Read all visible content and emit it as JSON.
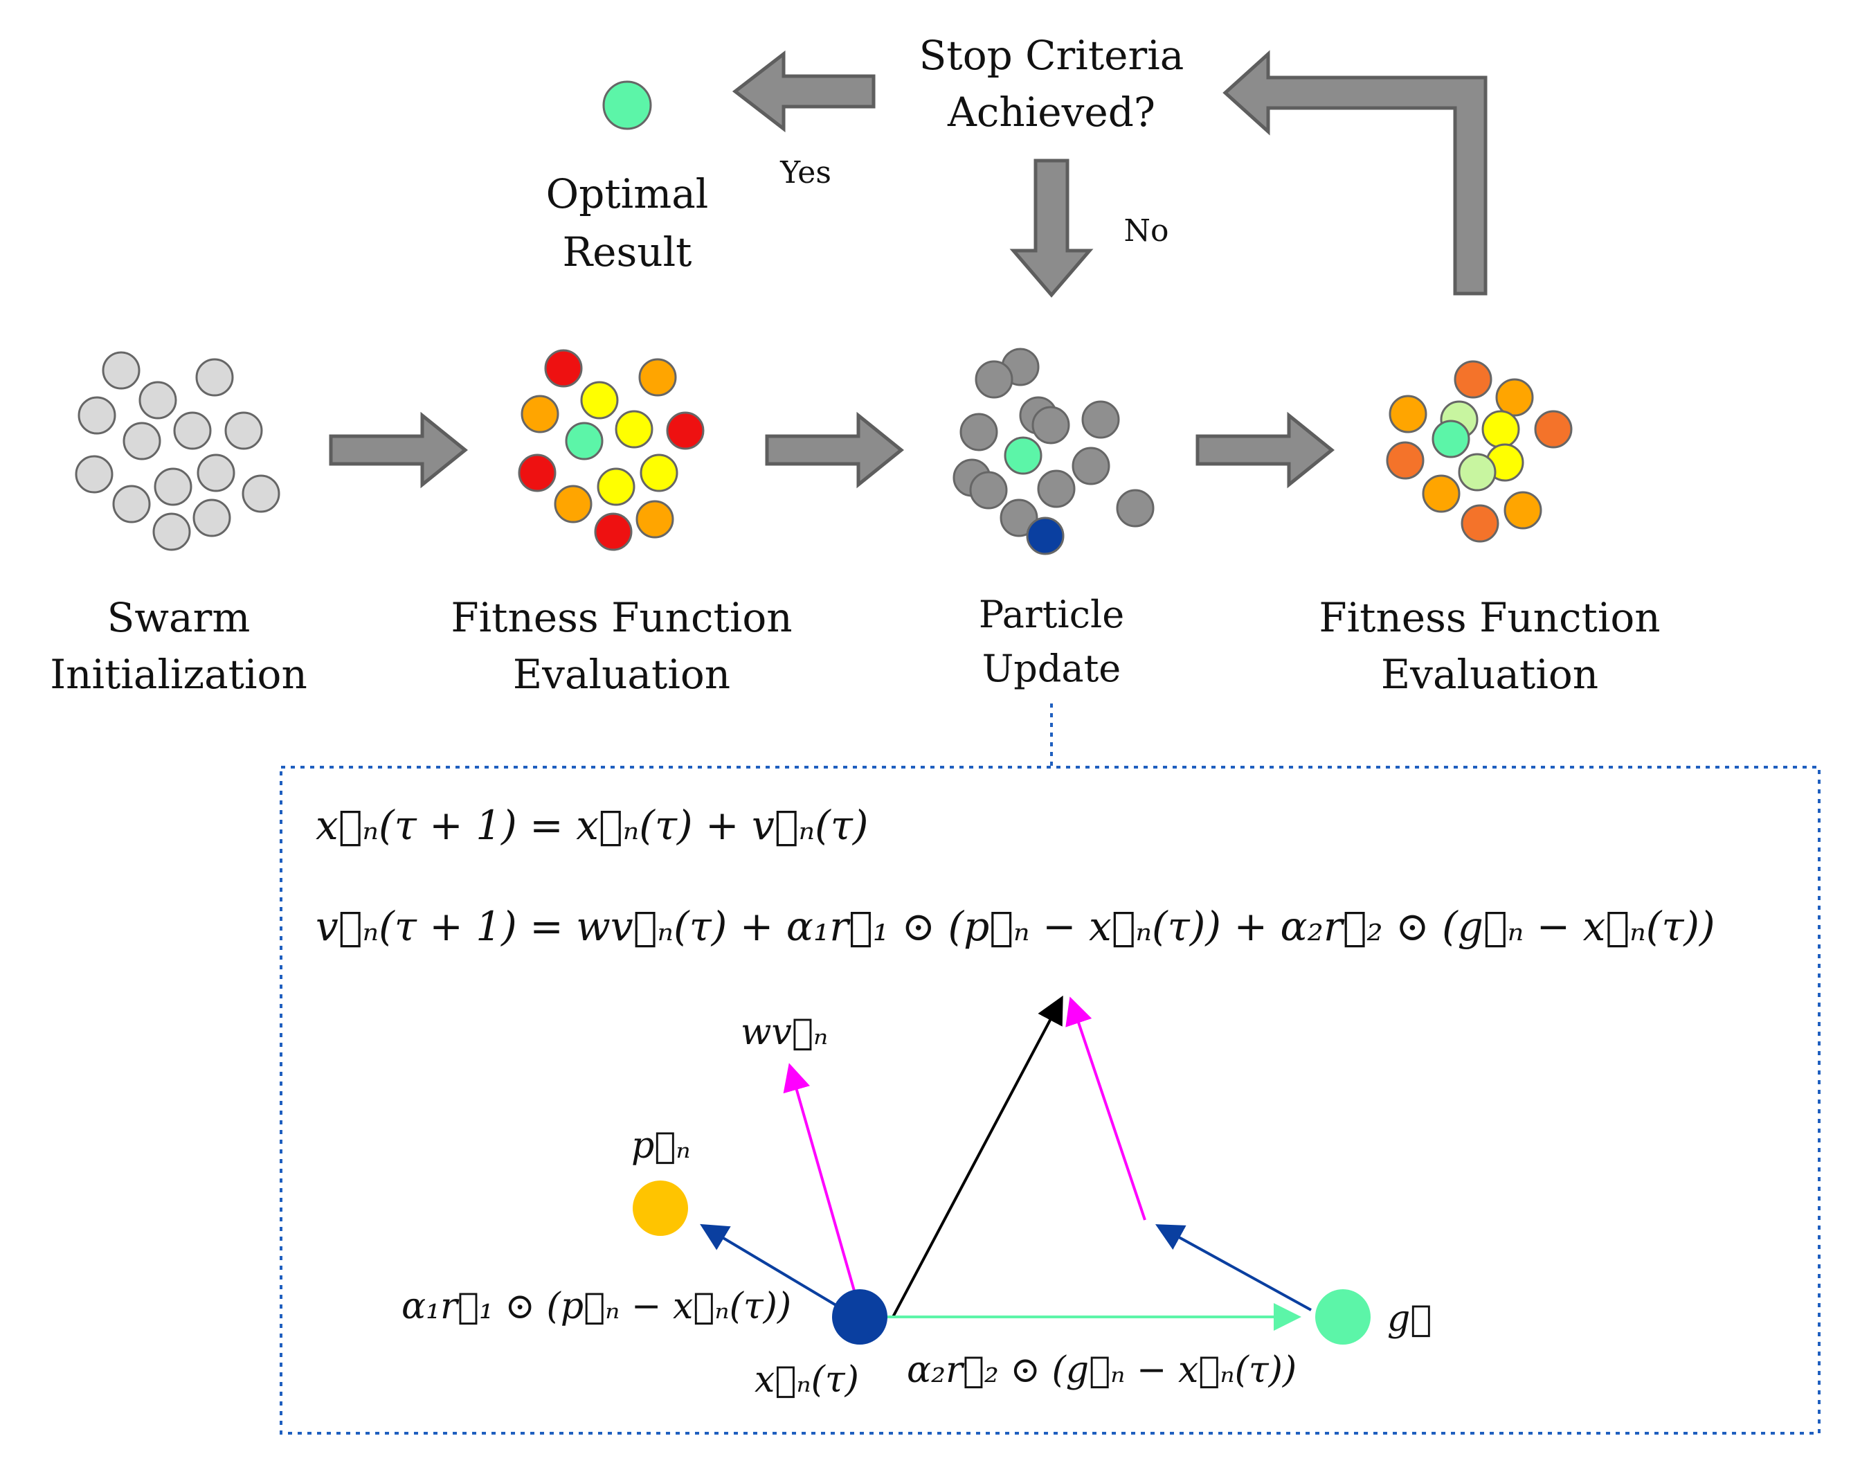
{
  "stages": [
    {
      "id": "swarm-init",
      "line1": "Swarm",
      "line2": "Initialization"
    },
    {
      "id": "fitness-1",
      "line1": "Fitness Function",
      "line2": "Evaluation"
    },
    {
      "id": "particle-update",
      "line1": "Particle",
      "line2": "Update"
    },
    {
      "id": "fitness-2",
      "line1": "Fitness Function",
      "line2": "Evaluation"
    }
  ],
  "decision": {
    "line1": "Stop Criteria",
    "line2": "Achieved?"
  },
  "optimal": {
    "line1": "Optimal",
    "line2": "Result"
  },
  "branch_labels": {
    "yes": "Yes",
    "no": "No"
  },
  "equations": {
    "position": "x⃗ₙ(τ + 1) = x⃗ₙ(τ) + v⃗ₙ(τ)",
    "velocity": "v⃗ₙ(τ + 1) = wv⃗ₙ(τ) + α₁r⃗₁ ⊙ (p⃗ₙ − x⃗ₙ(τ)) + α₂r⃗₂ ⊙ (g⃗ₙ − x⃗ₙ(τ))"
  },
  "vector_labels": {
    "inertia": "wv⃗ₙ",
    "personal_best": "p⃗ₙ",
    "cognitive": "α₁r⃗₁ ⊙ (p⃗ₙ − x⃗ₙ(τ))",
    "current_position": "x⃗ₙ(τ)",
    "social": "α₂r⃗₂ ⊙ (g⃗ₙ − x⃗ₙ(τ))",
    "global_best": "g⃗"
  },
  "colors": {
    "uninitialized": "#d9d9d9",
    "evaluated_gray": "#8f8f8f",
    "best": "#5cf5a8",
    "worst": "#ee1111",
    "mid": "#ffa500",
    "good": "#ffff00",
    "orange_red": "#f4732a",
    "pale_green": "#c8f5a0",
    "current": "#0a3fa0",
    "personal_best": "#ffc400",
    "inertia_vector": "#ff00ff",
    "cognitive_vector": "#0a3fa0",
    "social_vector": "#5cf5a8",
    "result_vector": "#000000",
    "arrow_fill": "#8c8c8c",
    "dotted_box": "#1f5fbf"
  }
}
